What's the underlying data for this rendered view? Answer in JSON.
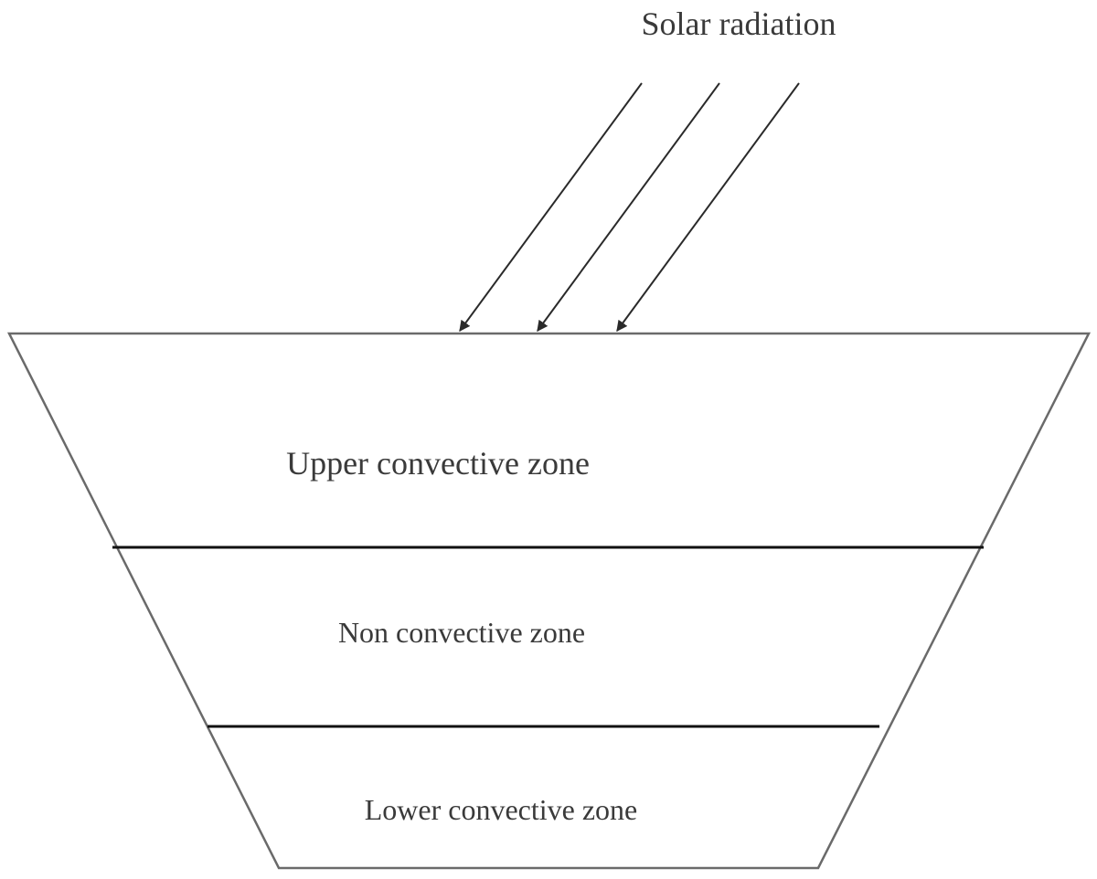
{
  "radiation": {
    "label": "Solar radiation",
    "arrow_count": 3
  },
  "zones": [
    {
      "label": "Upper convective zone"
    },
    {
      "label": "Non convective zone"
    },
    {
      "label": "Lower convective zone"
    }
  ],
  "colors": {
    "outline": "#6a6a6a",
    "divider": "#111111",
    "arrow": "#2a2a2a",
    "text": "#3a3a3a"
  }
}
